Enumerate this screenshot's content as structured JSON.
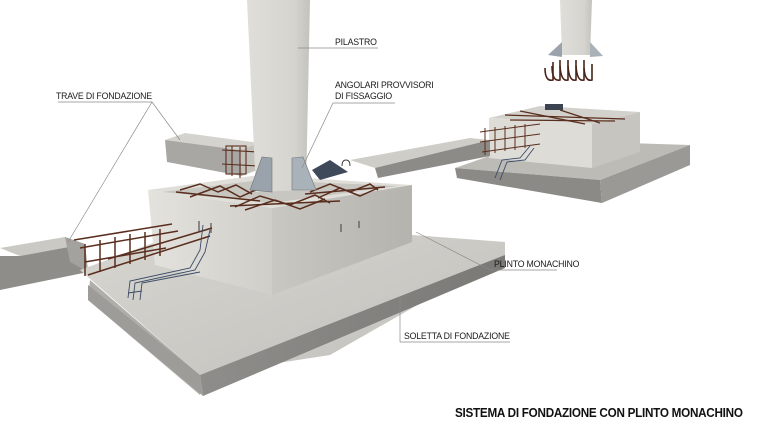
{
  "diagram": {
    "title": "SISTEMA DI FONDAZIONE CON PLINTO MONACHINO",
    "labels": {
      "pilastro": "PILASTRO",
      "angolari_line1": "ANGOLARI PROVVISORI",
      "angolari_line2": "DI FISSAGGIO",
      "trave": "TRAVE DI FONDAZIONE",
      "plinto": "PLINTO MONACHINO",
      "soletta": "SOLETTA DI FONDAZIONE"
    },
    "colors": {
      "background": "#ffffff",
      "concrete_light": "#dcdad5",
      "concrete_mid": "#b9b7b2",
      "concrete_dark": "#8e8c89",
      "rebar": "#5a2e1e",
      "stirrup_blue": "#3a4a66",
      "steel_angle": "#9aa3ab",
      "leader_line": "#8a8a8a",
      "text": "#1a1a1a"
    }
  }
}
